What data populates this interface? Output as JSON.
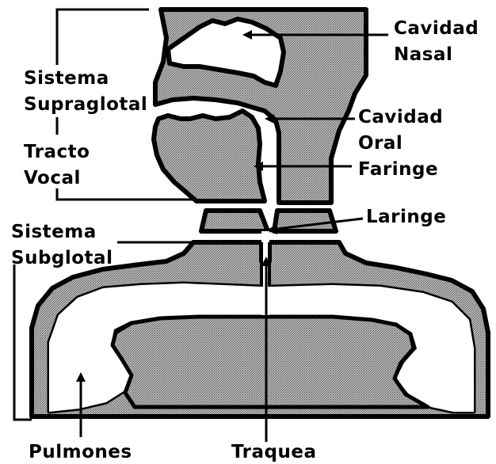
{
  "diagram": {
    "labels": {
      "cavidad_nasal_line1": "Cavidad",
      "cavidad_nasal_line2": "Nasal",
      "sistema_supraglotal_line1": "Sistema",
      "sistema_supraglotal_line2": "Supraglotal",
      "tracto_vocal_line1": "Tracto",
      "tracto_vocal_line2": "Vocal",
      "cavidad_oral_line1": "Cavidad",
      "cavidad_oral_line2": "Oral",
      "faringe": "Faringe",
      "laringe": "Laringe",
      "sistema_subglotal_line1": "Sistema",
      "sistema_subglotal_line2": "Subglotal",
      "pulmones": "Pulmones",
      "traquea": "Traquea"
    },
    "colors": {
      "fill": "#a8a8a8",
      "outline": "#000000",
      "background": "#ffffff"
    }
  }
}
